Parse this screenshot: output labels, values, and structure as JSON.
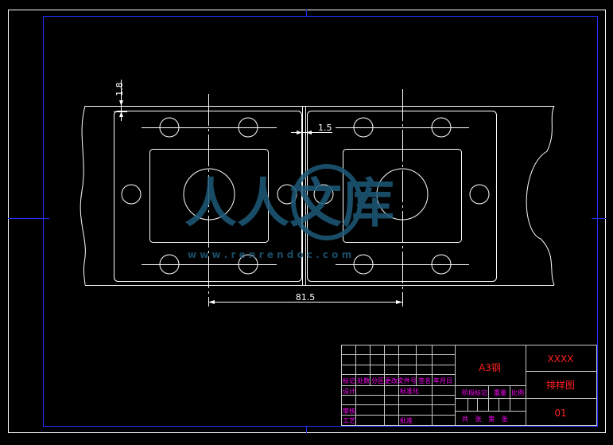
{
  "dimensions": {
    "strip_edge": "1.8",
    "gap": "1.5",
    "pitch": "81.5"
  },
  "watermark": {
    "text": "人人文库",
    "url": "w w w . r e n r e n d o c . c o m"
  },
  "title_block": {
    "material": "A3钢",
    "part_name": "XXXX",
    "drawing_type": "排样图",
    "drawing_no": "01",
    "header_labels": [
      "标记",
      "处数",
      "分区",
      "更改文件号",
      "签名",
      "年月日"
    ],
    "row_design": "设计",
    "row_standard": "标准化",
    "row_review": "审核",
    "row_process": "工艺",
    "row_approve": "批准",
    "stage_labels": [
      "阶段标记",
      "重量",
      "比例"
    ],
    "sheet_info": "共 张 第 张"
  },
  "colors": {
    "background": "#000000",
    "lines": "#ffffff",
    "frame": "#2030ff",
    "title_text": "#ff2020",
    "table_text": "#ff00ff",
    "watermark": "#1e5a78"
  }
}
